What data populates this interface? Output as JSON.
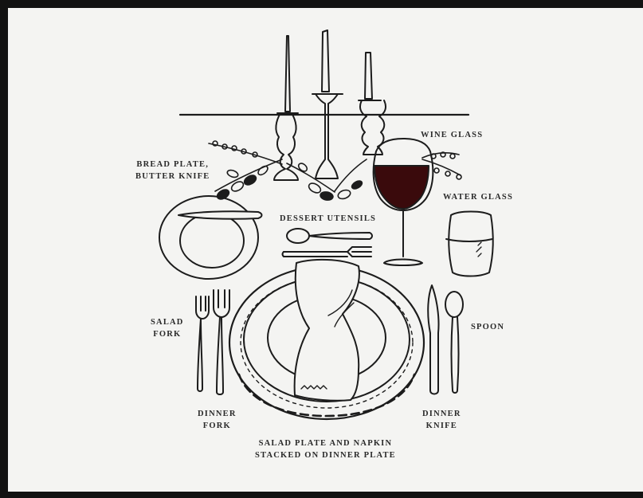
{
  "labels": {
    "wine_glass": "WINE GLASS",
    "bread_plate": [
      "BREAD PLATE,",
      "BUTTER KNIFE"
    ],
    "water_glass": "WATER GLASS",
    "dessert_utensils": "DESSERT UTENSILS",
    "salad_fork": [
      "SALAD",
      "FORK"
    ],
    "spoon": "SPOON",
    "dinner_fork": [
      "DINNER",
      "FORK"
    ],
    "dinner_knife": [
      "DINNER",
      "KNIFE"
    ],
    "plate_stack": [
      "SALAD PLATE AND NAPKIN",
      "STACKED ON DINNER PLATE"
    ]
  },
  "colors": {
    "ink": "#1c1c1c",
    "paper": "#f4f4f2",
    "frame": "#121212",
    "outer_background": "#e9dcd9",
    "wine": "#3a0a0c"
  }
}
